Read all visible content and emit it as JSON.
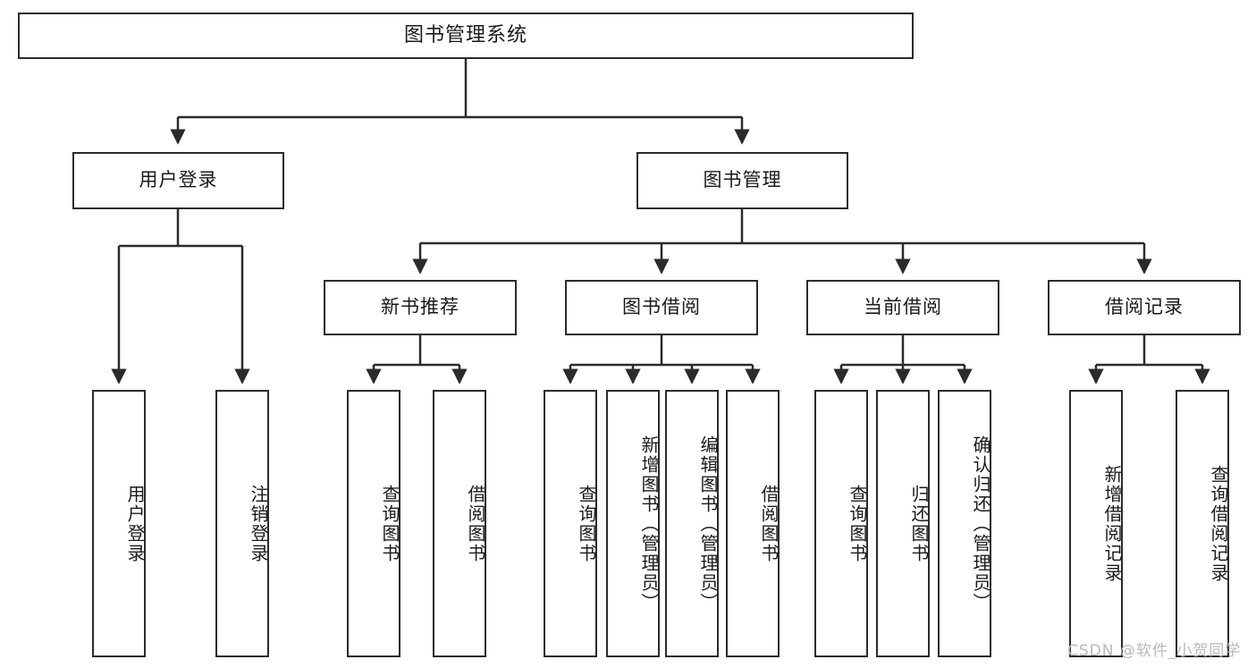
{
  "diagram": {
    "title": "图书管理系统",
    "type": "hierarchy-tree",
    "watermark": "CSDN @软件_小贺同学",
    "colors": {
      "border": "#2b2b2b",
      "background": "#ffffff",
      "text": "#1a1a1a",
      "watermark": "#b9b9b9"
    },
    "nodes": {
      "root": {
        "label": "图书管理系统",
        "level": 1
      },
      "level2": [
        {
          "id": "user-login",
          "label": "用户登录"
        },
        {
          "id": "book-manage",
          "label": "图书管理"
        }
      ],
      "level3": [
        {
          "id": "new-book-rec",
          "label": "新书推荐"
        },
        {
          "id": "book-borrow",
          "label": "图书借阅"
        },
        {
          "id": "current-borrow",
          "label": "当前借阅"
        },
        {
          "id": "borrow-record",
          "label": "借阅记录"
        }
      ],
      "leaves": {
        "user-login": [
          {
            "id": "leaf-user-login",
            "label": "用户登录"
          },
          {
            "id": "leaf-logout",
            "label": "注销登录"
          }
        ],
        "new-book-rec": [
          {
            "id": "leaf-query-book-1",
            "label": "查询图书"
          },
          {
            "id": "leaf-borrow-book-1",
            "label": "借阅图书"
          }
        ],
        "book-borrow": [
          {
            "id": "leaf-query-book-2",
            "label": "查询图书"
          },
          {
            "id": "leaf-add-book",
            "label": "新增图书（管理员）"
          },
          {
            "id": "leaf-edit-book",
            "label": "编辑图书（管理员）"
          },
          {
            "id": "leaf-borrow-book-2",
            "label": "借阅图书"
          }
        ],
        "current-borrow": [
          {
            "id": "leaf-query-book-3",
            "label": "查询图书"
          },
          {
            "id": "leaf-return-book",
            "label": "归还图书"
          },
          {
            "id": "leaf-confirm-return",
            "label": "确认归还（管理员）"
          }
        ],
        "borrow-record": [
          {
            "id": "leaf-add-record",
            "label": "新增借阅记录"
          },
          {
            "id": "leaf-query-record",
            "label": "查询借阅记录"
          }
        ]
      }
    }
  }
}
